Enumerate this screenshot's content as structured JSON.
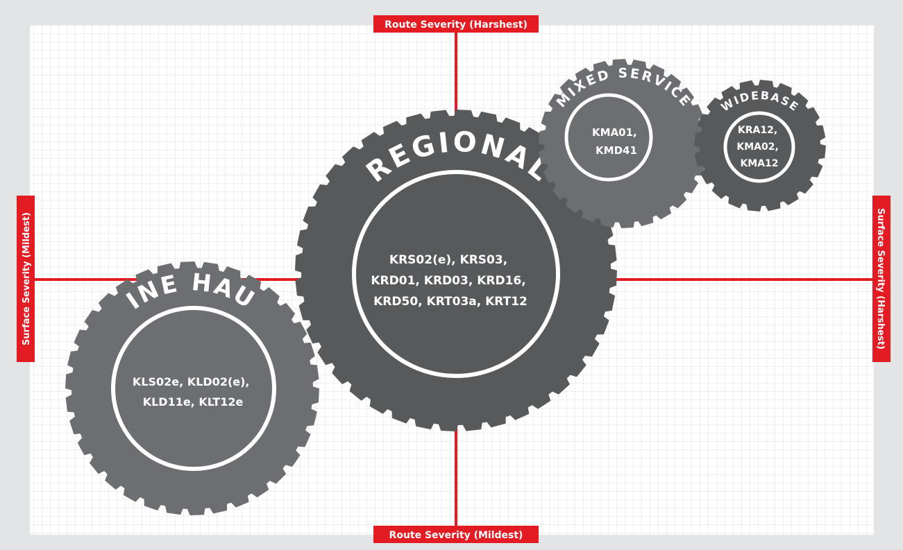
{
  "axes": {
    "top": "Route Severity (Harshest)",
    "bottom": "Route Severity (Mildest)",
    "left": "Surface Severity (Mildest)",
    "right": "Surface Severity (Harshest)"
  },
  "colors": {
    "accent": "#e31b23",
    "tire_dark": "#58595b",
    "tire_medium": "#6d6e71",
    "background": "#e3e4e6",
    "grid_bg": "#ffffff",
    "grid_line": "#d6d7d9"
  },
  "tires": [
    {
      "id": "regional",
      "title": "REGIONAL",
      "lines": [
        "KRS02(e), KRS03,",
        "KRD01, KRD03, KRD16,",
        "KRD50, KRT03a, KRT12"
      ]
    },
    {
      "id": "line-haul",
      "title": "LINE HAUL",
      "lines": [
        "KLS02e, KLD02(e),",
        "KLD11e, KLT12e"
      ]
    },
    {
      "id": "mixed-service",
      "title": "MIXED SERVICE",
      "lines": [
        "KMA01,",
        "KMD41"
      ]
    },
    {
      "id": "widebase",
      "title": "WIDEBASE",
      "lines": [
        "KRA12,",
        "KMA02,",
        "KMA12"
      ]
    }
  ]
}
